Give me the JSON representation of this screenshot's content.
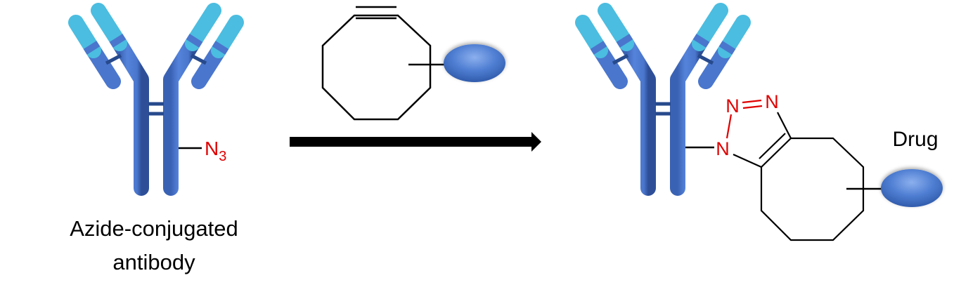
{
  "diagram": {
    "title": "Strain-promoted azide-alkyne cycloaddition antibody-drug conjugation",
    "left": {
      "label_line1": "Azide-conjugated",
      "label_line2": "antibody",
      "azide": {
        "symbol": "N",
        "subscript": "3"
      }
    },
    "reagent": {
      "structure": "cyclooctyne",
      "payload_shape": "ellipse"
    },
    "arrow": {
      "direction": "right"
    },
    "product": {
      "triazole_atoms": [
        "N",
        "N",
        "N"
      ],
      "drug_label": "Drug"
    },
    "colors": {
      "heavy_chain": "#4a78d0",
      "variable_tip": "#4bbde0",
      "linker": "#274a8c",
      "heteroatom_red": "#e00000",
      "bond_black": "#000000",
      "drug_ellipse": "#4a74c8"
    }
  }
}
